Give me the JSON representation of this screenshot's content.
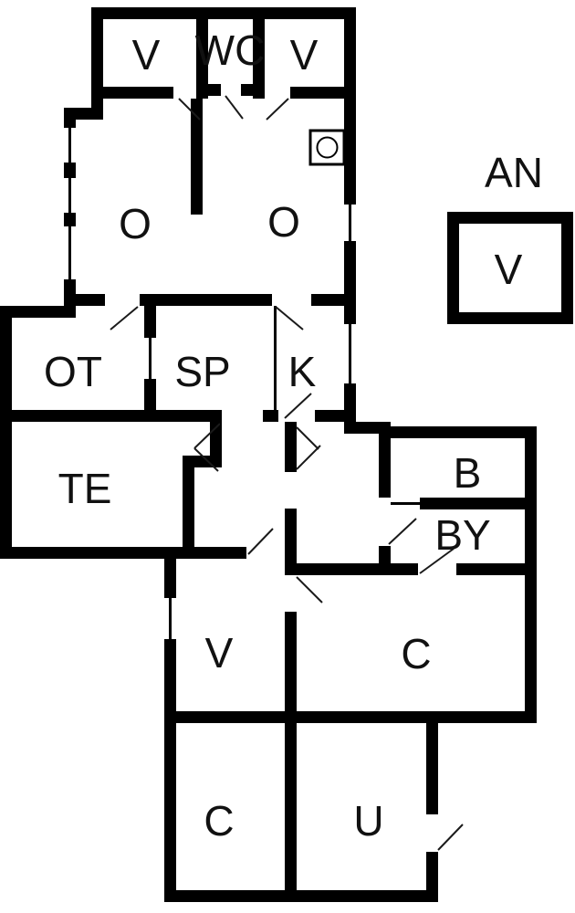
{
  "plan": {
    "type": "floor-plan",
    "colors": {
      "wall": "#000000",
      "background": "#ffffff",
      "text": "#111111"
    },
    "rooms": [
      {
        "id": "v-top-left",
        "label": "V"
      },
      {
        "id": "wc",
        "label": "WC"
      },
      {
        "id": "v-top-right",
        "label": "V"
      },
      {
        "id": "o-left",
        "label": "O"
      },
      {
        "id": "o-right",
        "label": "O"
      },
      {
        "id": "ot",
        "label": "OT"
      },
      {
        "id": "sp",
        "label": "SP"
      },
      {
        "id": "k",
        "label": "K"
      },
      {
        "id": "te",
        "label": "TE"
      },
      {
        "id": "b",
        "label": "B"
      },
      {
        "id": "by",
        "label": "BY"
      },
      {
        "id": "v-mid",
        "label": "V"
      },
      {
        "id": "c-right",
        "label": "C"
      },
      {
        "id": "c-bottom",
        "label": "C"
      },
      {
        "id": "u",
        "label": "U"
      }
    ],
    "annex": {
      "title": "AN",
      "room_label": "V"
    },
    "icons": [
      {
        "name": "washbasin-icon",
        "shape": "square-with-circle"
      }
    ]
  }
}
